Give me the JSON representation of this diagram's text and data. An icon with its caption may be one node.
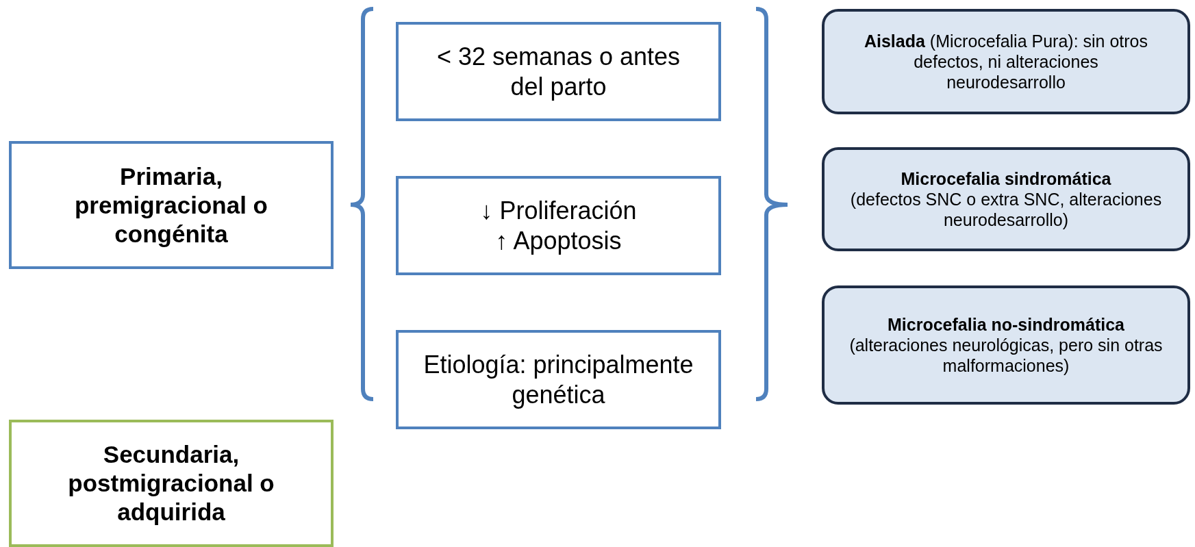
{
  "diagram": {
    "nodes": [
      {
        "text": [
          "Primaria, premigracional o congénita"
        ]
      },
      {
        "text": [
          "Secundaria, postmigracional o adquirida"
        ]
      },
      {
        "text": [
          "< 32 semanas o antes del parto"
        ]
      },
      {
        "text": [
          "↓ Proliferación",
          "↑ Apoptosis"
        ]
      },
      {
        "text": [
          "Etiología: principalmente genética"
        ]
      },
      {
        "text": [
          "**Aislada** (Microcefalia Pura): sin otros defectos, ni alteraciones neurodesarrollo"
        ]
      },
      {
        "text": [
          "Microcefalia sindromática",
          "(defectos SNC o extra SNC, alteraciones neurodesarrollo)"
        ]
      },
      {
        "text": [
          "Microcefalia no-sindromática",
          "(alteraciones neurológicas, pero sin otras malformaciones)"
        ]
      }
    ]
  }
}
